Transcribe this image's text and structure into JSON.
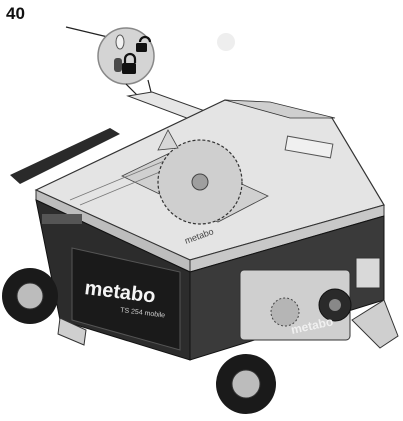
{
  "figure": {
    "number": "40",
    "brand_label": "metabo",
    "model_label": "TS 254 mobile",
    "side_brand_label": "metabo",
    "guard_brand_label": "metabo"
  },
  "icons": [
    "unlocked-padlock-icon",
    "locked-padlock-icon",
    "lever-icon"
  ],
  "colors": {
    "metal": "#d9d9d9",
    "dark": "#1e1e1e",
    "accent": "#7a7a7a"
  }
}
